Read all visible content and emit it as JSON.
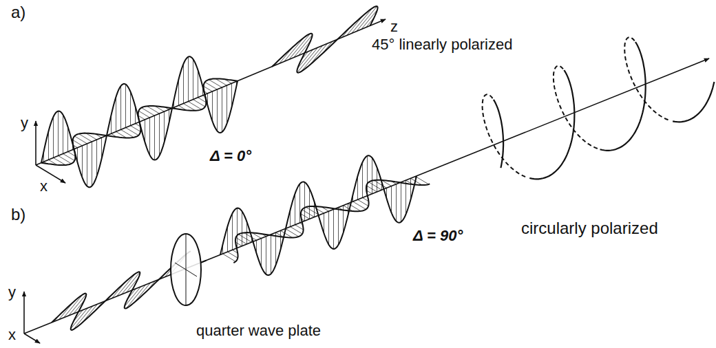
{
  "diagram": {
    "labels": [
      "a)",
      "z",
      "45° linearly polarized",
      "y",
      "Δ = 0°",
      "x",
      "b)",
      "circularly polarized",
      "y",
      "Δ = 90°",
      "x",
      "quarter wave plate"
    ]
  }
}
